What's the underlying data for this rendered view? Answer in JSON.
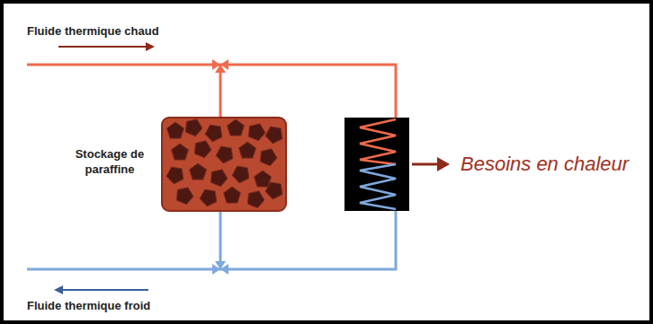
{
  "diagram": {
    "nodes": [
      {
        "text": [
          "Stockage de paraffine"
        ]
      }
    ],
    "labels": [
      "Fluide thermique chaud",
      "Fluide thermique froid",
      "Besoins en chaleur"
    ]
  }
}
